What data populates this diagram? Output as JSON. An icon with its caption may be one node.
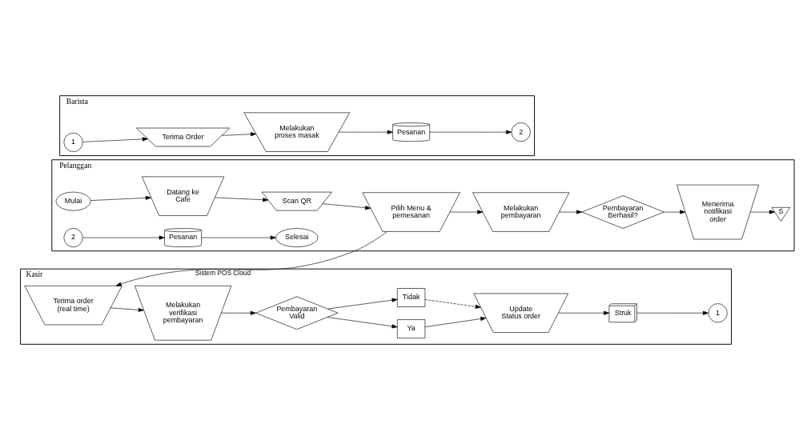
{
  "diagram": {
    "nodes": [
      {
        "text": [
          "Pelanggan"
        ]
      },
      {
        "text": [
          "Mulai"
        ],
        "in": 0
      },
      {
        "text": [
          "Datang ke Cafe"
        ],
        "in": 0
      },
      {
        "text": [
          "Scan QR"
        ],
        "in": 0
      },
      {
        "text": [
          "Pilih Menu & pemesanan"
        ],
        "in": 0
      },
      {
        "text": [
          "Melakukan pembayaran"
        ],
        "in": 0
      },
      {
        "text": [
          "Pembayaran Berhasil?"
        ],
        "in": 0
      },
      {
        "text": [
          "Menerima notifikasi order"
        ],
        "in": 0
      },
      {
        "text": [
          "S"
        ],
        "in": 0
      },
      {
        "text": [
          "2"
        ],
        "in": 0
      },
      {
        "text": [
          "Pesanan"
        ],
        "in": 0
      },
      {
        "text": [
          "Selesai"
        ],
        "in": 0
      },
      {
        "text": [
          "Kasir"
        ]
      },
      {
        "text": [
          "Terima order (real time)"
        ],
        "in": 12
      },
      {
        "text": [
          "Melakukan verifikasi pembayaran"
        ],
        "in": 12
      },
      {
        "text": [
          "Pembayaran Valid"
        ],
        "in": 12
      },
      {
        "text": [
          "Ya"
        ],
        "in": 12
      },
      {
        "text": [
          "Tidak"
        ],
        "in": 12
      },
      {
        "text": [
          "Update Status order"
        ],
        "in": 12
      },
      {
        "text": [
          "Struk"
        ],
        "in": 12
      },
      {
        "text": [
          "1"
        ],
        "in": 12
      },
      {
        "text": [
          "Barista"
        ]
      },
      {
        "text": [
          "1"
        ],
        "in": 21
      },
      {
        "text": [
          "Terima Order"
        ],
        "in": 21
      },
      {
        "text": [
          "Melakukan proses masak"
        ],
        "in": 21
      },
      {
        "text": [
          "Pesanan"
        ],
        "in": 21
      },
      {
        "text": [
          "2"
        ],
        "in": 21
      }
    ],
    "edges": [
      {
        "from": 1,
        "to": 2,
        "arrow": "to"
      },
      {
        "from": 2,
        "to": 3,
        "arrow": "to"
      },
      {
        "from": 3,
        "to": 4,
        "arrow": "to"
      },
      {
        "from": 4,
        "to": 5,
        "arrow": "to"
      },
      {
        "from": 5,
        "to": 6,
        "arrow": "to"
      },
      {
        "from": 6,
        "to": 7,
        "arrow": "to"
      },
      {
        "from": 7,
        "to": 8,
        "arrow": "to"
      },
      {
        "from": 9,
        "to": 10,
        "arrow": "to"
      },
      {
        "from": 10,
        "to": 11,
        "arrow": "to"
      },
      {
        "from": 4,
        "to": 13,
        "arrow": "to",
        "label": "Sistem POS Cloud"
      },
      {
        "from": 13,
        "to": 14,
        "arrow": "to"
      },
      {
        "from": 14,
        "to": 15,
        "arrow": "to"
      },
      {
        "from": 15,
        "to": 16,
        "arrow": "to"
      },
      {
        "from": 15,
        "to": 17,
        "arrow": "to"
      },
      {
        "from": 16,
        "to": 18,
        "arrow": "to"
      },
      {
        "from": 17,
        "to": 18,
        "arrow": "to",
        "style": "dashed"
      },
      {
        "from": 18,
        "to": 19,
        "arrow": "to"
      },
      {
        "from": 19,
        "to": 20,
        "arrow": "to"
      },
      {
        "from": 22,
        "to": 23,
        "arrow": "to"
      },
      {
        "from": 23,
        "to": 24,
        "arrow": "to"
      },
      {
        "from": 24,
        "to": 25,
        "arrow": "to"
      },
      {
        "from": 25,
        "to": 26,
        "arrow": "to"
      }
    ]
  }
}
